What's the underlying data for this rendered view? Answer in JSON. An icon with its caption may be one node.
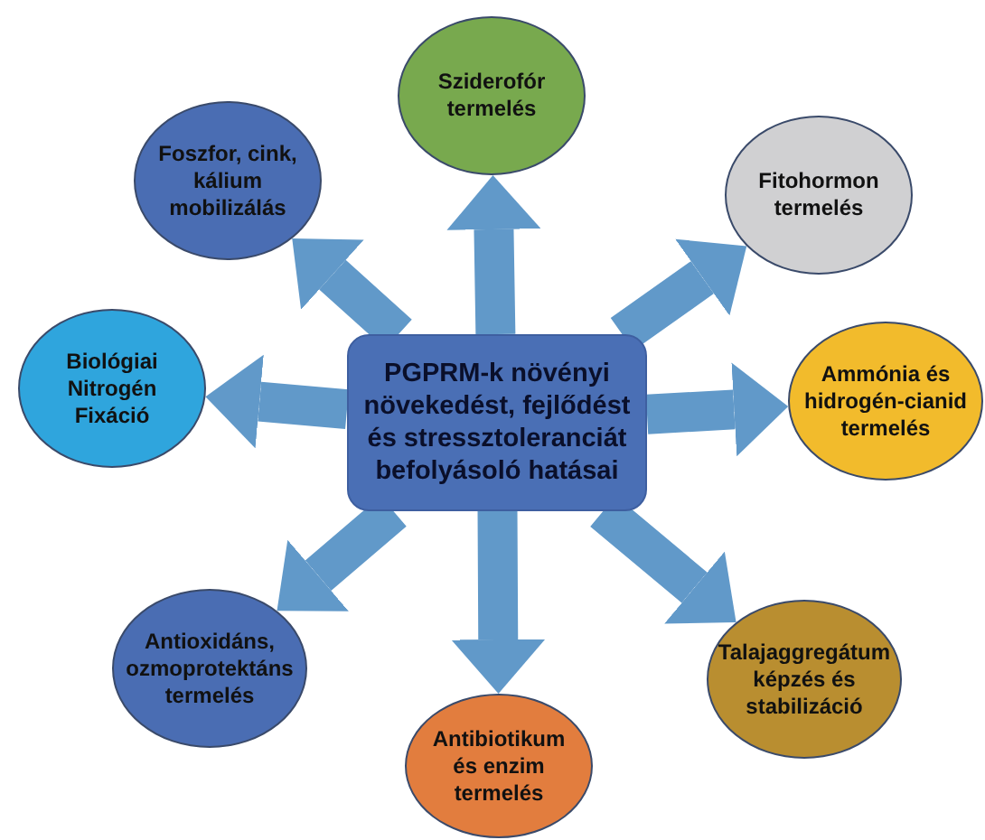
{
  "diagram": {
    "nodes": [
      {
        "text": [
          "Sziderofór termelés"
        ]
      },
      {
        "text": [
          "Foszfor, cink, kálium mobilizálás"
        ]
      },
      {
        "text": [
          "Fitohormon termelés"
        ]
      },
      {
        "text": [
          "Biológiai Nitrogén Fixáció"
        ]
      },
      {
        "text": [
          "PGPRM-k növényi növekedést, fejlődést és stressztoleranciát befolyásoló hatásai"
        ]
      },
      {
        "text": [
          "Ammónia és hidrogén-cianid termelés"
        ]
      },
      {
        "text": [
          "Antioxidáns, ozmoprotektáns termelés"
        ]
      },
      {
        "text": [
          "Talajaggregátum képzés és stabilizáció"
        ]
      },
      {
        "text": [
          "Antibiotikum és enzim termelés"
        ]
      }
    ],
    "edges": [
      {
        "from": 4,
        "to": 0,
        "arrow": "to"
      },
      {
        "from": 4,
        "to": 2,
        "arrow": "to"
      },
      {
        "from": 4,
        "to": 5,
        "arrow": "to"
      },
      {
        "from": 4,
        "to": 7,
        "arrow": "to"
      },
      {
        "from": 4,
        "to": 8,
        "arrow": "to"
      },
      {
        "from": 4,
        "to": 6,
        "arrow": "to"
      },
      {
        "from": 4,
        "to": 3,
        "arrow": "to"
      },
      {
        "from": 4,
        "to": 1,
        "arrow": "to"
      }
    ]
  }
}
